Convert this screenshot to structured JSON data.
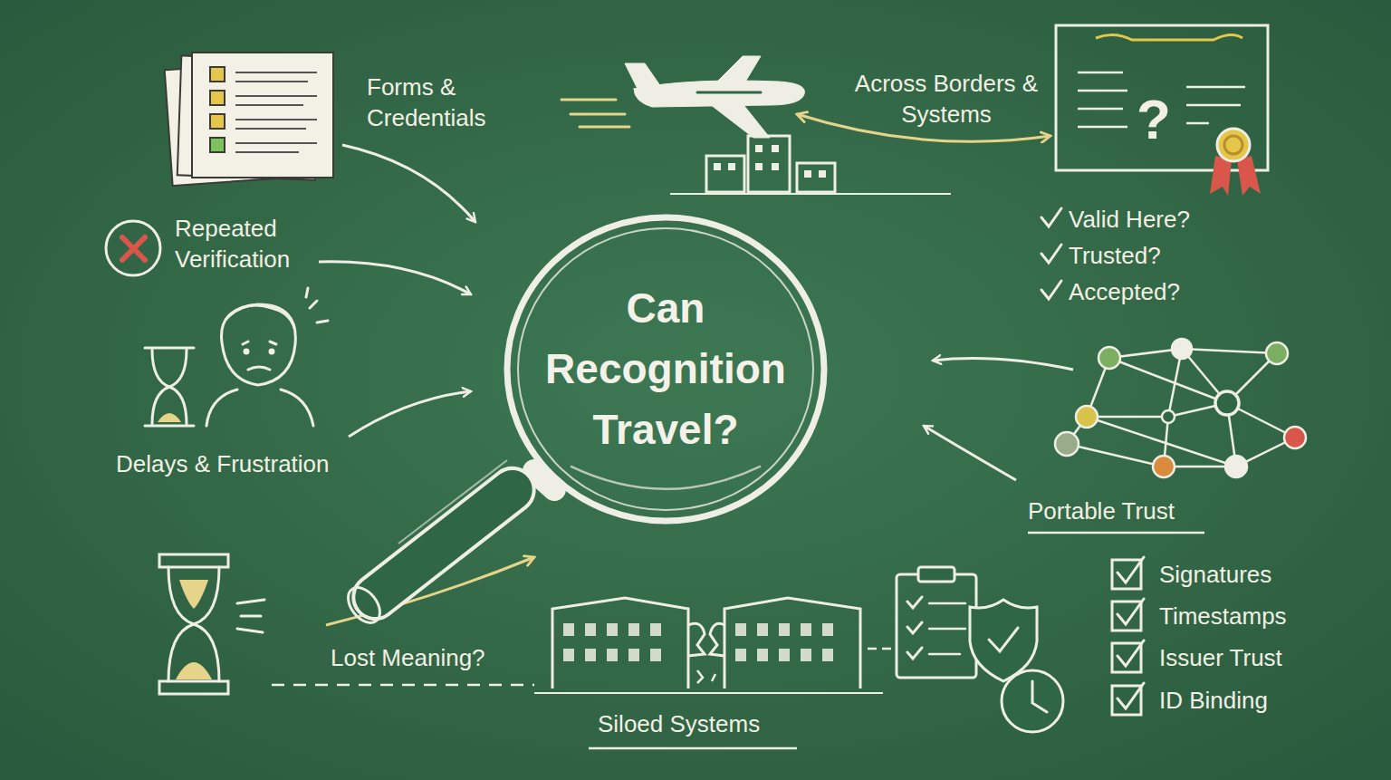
{
  "diagram": {
    "nodes": [
      {
        "text": [
          "Can Recognition Travel?"
        ]
      }
    ],
    "labels": [
      "Forms & Credentials",
      "Across Borders & Systems",
      "?",
      "Valid Here?",
      "Trusted?",
      "Accepted?",
      "Repeated Verification",
      "Delays & Frustration",
      "Portable Trust",
      "Lost Meaning?",
      "Siloed Systems",
      "Signatures",
      "Timestamps",
      "Issuer Trust",
      "ID Binding"
    ]
  }
}
